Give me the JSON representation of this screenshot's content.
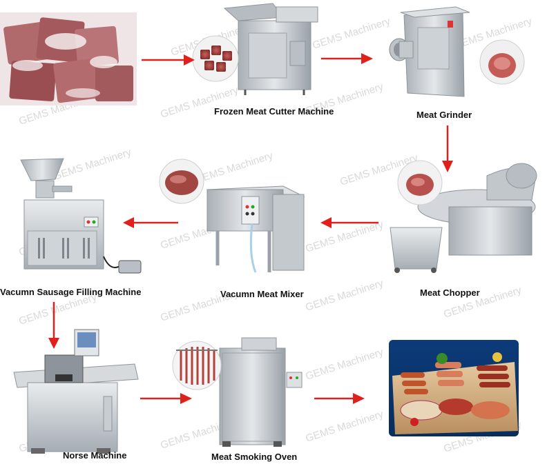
{
  "watermark": "GEMS Machinery",
  "colors": {
    "arrow": "#e0201c",
    "steel": "#c9cdd1",
    "steel_dark": "#8d949b",
    "meat": "#b2433f",
    "frozen": "#d7a8aa"
  },
  "steps": [
    {
      "id": "frozen-meat",
      "label": ""
    },
    {
      "id": "frozen-meat-cutter",
      "label": "Frozen Meat Cutter Machine"
    },
    {
      "id": "meat-grinder",
      "label": "Meat Grinder"
    },
    {
      "id": "meat-chopper",
      "label": "Meat Chopper"
    },
    {
      "id": "vacuum-meat-mixer",
      "label": "Vacumn Meat Mixer"
    },
    {
      "id": "vacuum-sausage-filler",
      "label": "Vacumn Sausage Filling Machine"
    },
    {
      "id": "norse-machine",
      "label": "Norse Machine"
    },
    {
      "id": "meat-smoking-oven",
      "label": "Meat Smoking Oven"
    },
    {
      "id": "finished-sausages",
      "label": ""
    }
  ]
}
